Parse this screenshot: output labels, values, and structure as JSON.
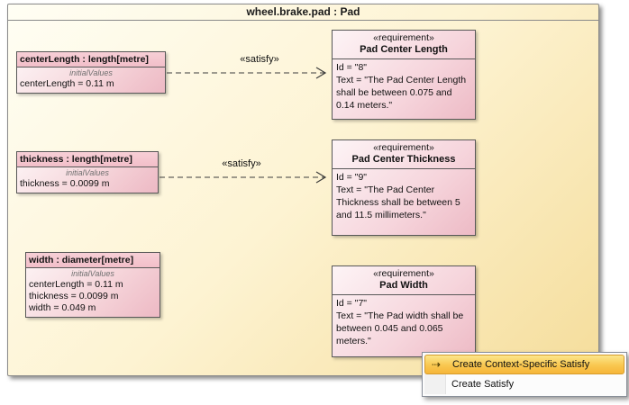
{
  "frame": {
    "title": "wheel.brake.pad : Pad"
  },
  "properties": [
    {
      "header": "centerLength : length[metre]",
      "section_label": "initialValues",
      "values": [
        "centerLength = 0.11 m"
      ]
    },
    {
      "header": "thickness : length[metre]",
      "section_label": "initialValues",
      "values": [
        "thickness = 0.0099 m"
      ]
    },
    {
      "header": "width : diameter[metre]",
      "section_label": "initialValues",
      "values": [
        "centerLength = 0.11 m",
        "thickness = 0.0099 m",
        "width = 0.049 m"
      ]
    }
  ],
  "requirements": [
    {
      "stereotype": "«requirement»",
      "name": "Pad Center Length",
      "id": "Id = \"8\"",
      "text": "Text = \"The Pad Center Length shall be between 0.075 and 0.14 meters.\""
    },
    {
      "stereotype": "«requirement»",
      "name": "Pad Center Thickness",
      "id": "Id = \"9\"",
      "text": "Text = \"The Pad Center Thickness shall be between 5 and 11.5 millimeters.\""
    },
    {
      "stereotype": "«requirement»",
      "name": "Pad Width",
      "id": "Id = \"7\"",
      "text": "Text = \"The Pad width shall be between 0.045 and 0.065 meters.\""
    }
  ],
  "connectors": [
    {
      "label": "«satisfy»"
    },
    {
      "label": "«satisfy»"
    }
  ],
  "context_menu": {
    "items": [
      {
        "label": "Create Context-Specific Satisfy",
        "icon_glyph": "⇢",
        "highlighted": true
      },
      {
        "label": "Create Satisfy",
        "icon_glyph": "",
        "highlighted": false
      }
    ]
  },
  "colors": {
    "frame_fill_start": "#fffef4",
    "frame_fill_end": "#f5dd9b",
    "block_fill_start": "#fdf5f6",
    "block_fill_end": "#edb9c4",
    "block_border": "#585858",
    "menu_highlight_top": "#fce68c",
    "menu_highlight_bottom": "#f6b63a",
    "menu_highlight_border": "#d69a2b"
  }
}
